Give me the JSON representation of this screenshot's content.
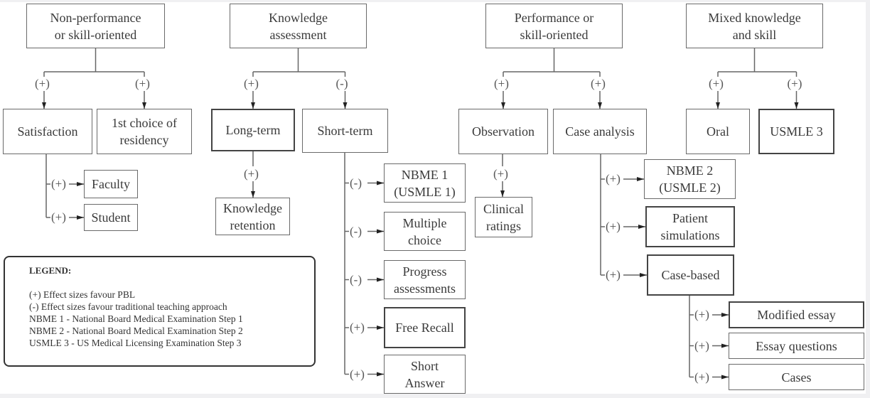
{
  "categories": [
    {
      "id": "non-performance",
      "label": "Non-performance\nor skill-oriented",
      "children": [
        {
          "id": "satisfaction",
          "label": "Satisfaction",
          "sign": "(+)",
          "children": [
            {
              "id": "faculty",
              "label": "Faculty",
              "sign": "(+)"
            },
            {
              "id": "student",
              "label": "Student",
              "sign": "(+)"
            }
          ]
        },
        {
          "id": "residency",
          "label": "1st choice of\nresidency",
          "sign": "(+)"
        }
      ]
    },
    {
      "id": "knowledge",
      "label": "Knowledge\nassessment",
      "children": [
        {
          "id": "long-term",
          "label": "Long-term",
          "sign": "(+)",
          "children": [
            {
              "id": "knowledge-retention",
              "label": "Knowledge\nretention",
              "sign": "(+)"
            }
          ]
        },
        {
          "id": "short-term",
          "label": "Short-term",
          "sign": "(-)",
          "children": [
            {
              "id": "nbme1",
              "label": "NBME 1\n(USMLE 1)",
              "sign": "(-)"
            },
            {
              "id": "multiple-choice",
              "label": "Multiple\nchoice",
              "sign": "(-)"
            },
            {
              "id": "progress",
              "label": "Progress\nassessments",
              "sign": "(-)"
            },
            {
              "id": "free-recall",
              "label": "Free Recall",
              "sign": "(+)"
            },
            {
              "id": "short-answer",
              "label": "Short\nAnswer",
              "sign": "(+)"
            }
          ]
        }
      ]
    },
    {
      "id": "performance",
      "label": "Performance or\nskill-oriented",
      "children": [
        {
          "id": "observation",
          "label": "Observation",
          "sign": "(+)",
          "children": [
            {
              "id": "clinical-ratings",
              "label": "Clinical\nratings",
              "sign": "(+)"
            }
          ]
        },
        {
          "id": "case-analysis",
          "label": "Case analysis",
          "sign": "(+)",
          "children": [
            {
              "id": "nbme2",
              "label": "NBME 2\n(USMLE 2)",
              "sign": "(+)"
            },
            {
              "id": "patient-sim",
              "label": "Patient\nsimulations",
              "sign": "(+)"
            },
            {
              "id": "case-based",
              "label": "Case-based",
              "sign": "(+)",
              "children": [
                {
                  "id": "modified-essay",
                  "label": "Modified essay",
                  "sign": "(+)"
                },
                {
                  "id": "essay-questions",
                  "label": "Essay questions",
                  "sign": "(+)"
                },
                {
                  "id": "cases",
                  "label": "Cases",
                  "sign": "(+)"
                }
              ]
            }
          ]
        }
      ]
    },
    {
      "id": "mixed",
      "label": "Mixed knowledge\nand skill",
      "children": [
        {
          "id": "oral",
          "label": "Oral",
          "sign": "(+)"
        },
        {
          "id": "usmle3",
          "label": "USMLE 3",
          "sign": "(+)"
        }
      ]
    }
  ],
  "legend": {
    "title": "LEGEND:",
    "lines": [
      "(+) Effect sizes favour PBL",
      "(-)  Effect sizes favour traditional teaching approach",
      "NBME 1 - National Board Medical Examination Step 1",
      "NBME 2 - National Board Medical Examination Step 2",
      "USMLE 3 - US Medical Licensing Examination Step 3"
    ]
  },
  "colors": {
    "box_border": "#6a6a6a",
    "text": "#3a3a3a",
    "background": "#ffffff"
  }
}
